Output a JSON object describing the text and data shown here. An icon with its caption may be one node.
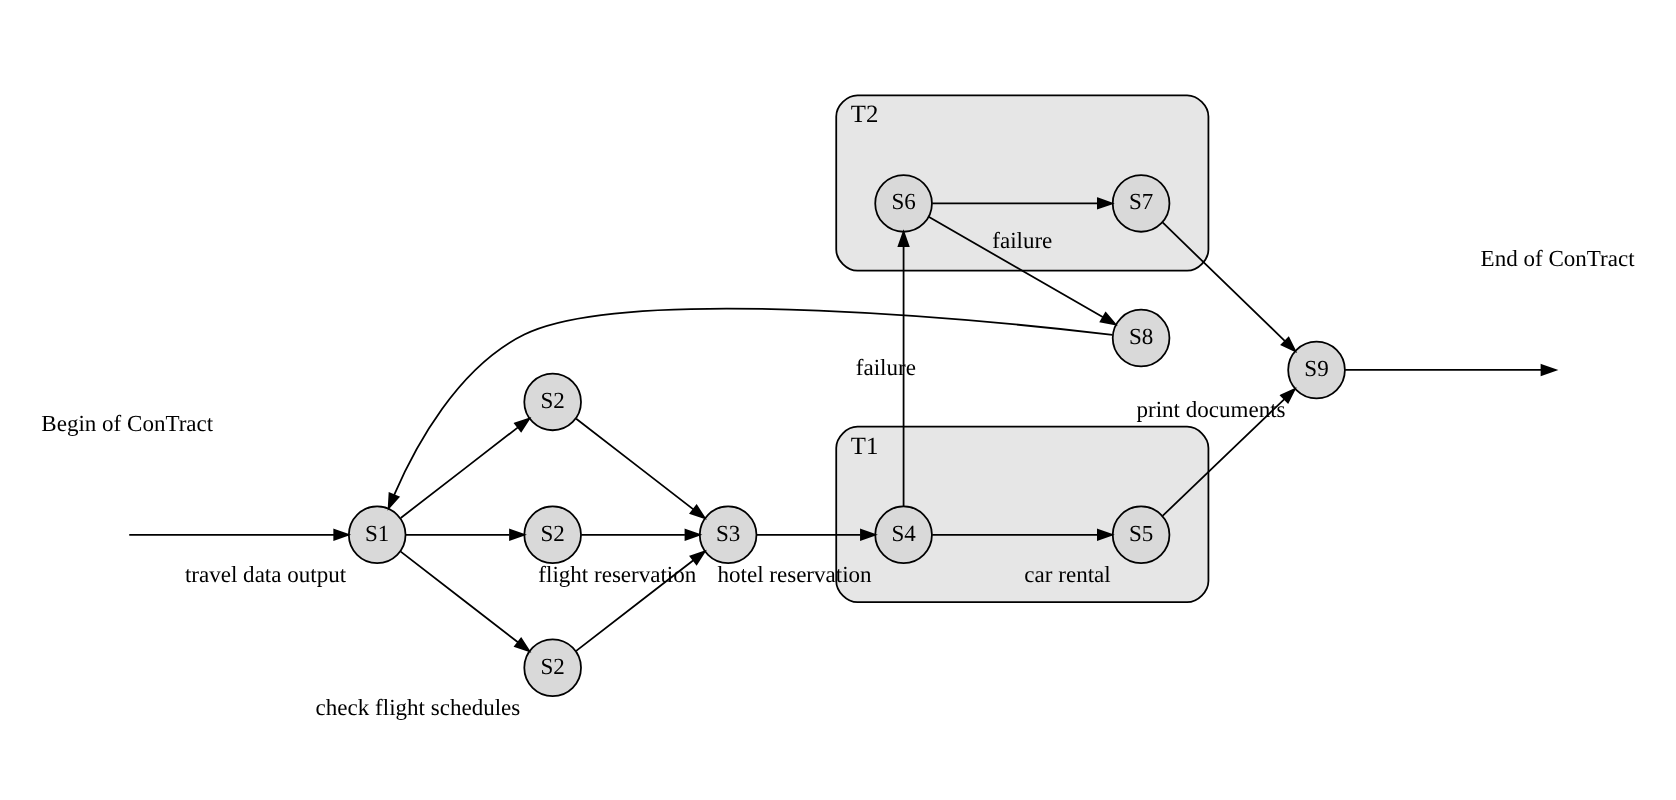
{
  "diagram": {
    "nodes": [
      {
        "text": [
          "S8"
        ]
      },
      {
        "text": [
          "T2"
        ]
      },
      {
        "text": [
          "S6"
        ],
        "in": 1
      },
      {
        "text": [
          "S7"
        ],
        "in": 1
      },
      {
        "text": [
          "S2"
        ]
      },
      {
        "text": [
          "S1"
        ],
        "beside": [
          "travel data output"
        ]
      },
      {
        "text": [
          "S2"
        ]
      },
      {
        "text": [
          "S3"
        ],
        "beside": [
          "flight reservation"
        ]
      },
      {
        "text": [
          "T1"
        ]
      },
      {
        "text": [
          "S4"
        ],
        "in": 8,
        "beside": [
          "hotel reservation"
        ]
      },
      {
        "text": [
          "S5"
        ],
        "in": 8,
        "beside": [
          "car rental"
        ]
      },
      {
        "text": [
          "S9"
        ],
        "beside": [
          "print documents"
        ]
      },
      {
        "text": [
          "S2"
        ],
        "beside": [
          "check flight schedules"
        ]
      }
    ],
    "edges": [
      {
        "from": null,
        "to": 5,
        "arrow": "to"
      },
      {
        "from": 0,
        "to": 5,
        "arrow": "to"
      },
      {
        "from": 5,
        "to": 4,
        "arrow": "to"
      },
      {
        "from": 5,
        "to": 6,
        "arrow": "to"
      },
      {
        "from": 5,
        "to": 12,
        "arrow": "to"
      },
      {
        "from": 4,
        "to": 7,
        "arrow": "to"
      },
      {
        "from": 6,
        "to": 7,
        "arrow": "to"
      },
      {
        "from": 12,
        "to": 7,
        "arrow": "to"
      },
      {
        "from": 7,
        "to": 9,
        "arrow": "to"
      },
      {
        "from": 9,
        "to": 10,
        "arrow": "to"
      },
      {
        "from": 10,
        "to": 11,
        "arrow": "to"
      },
      {
        "from": 9,
        "to": 2,
        "arrow": "to",
        "label": "failure"
      },
      {
        "from": 2,
        "to": 3,
        "arrow": "to"
      },
      {
        "from": 2,
        "to": 0,
        "arrow": "to",
        "label": "failure"
      },
      {
        "from": 3,
        "to": 11,
        "arrow": "to"
      },
      {
        "from": 11,
        "to": null,
        "arrow": "to"
      }
    ],
    "labels": [
      "Begin of ConTract",
      "End of ConTract"
    ]
  }
}
